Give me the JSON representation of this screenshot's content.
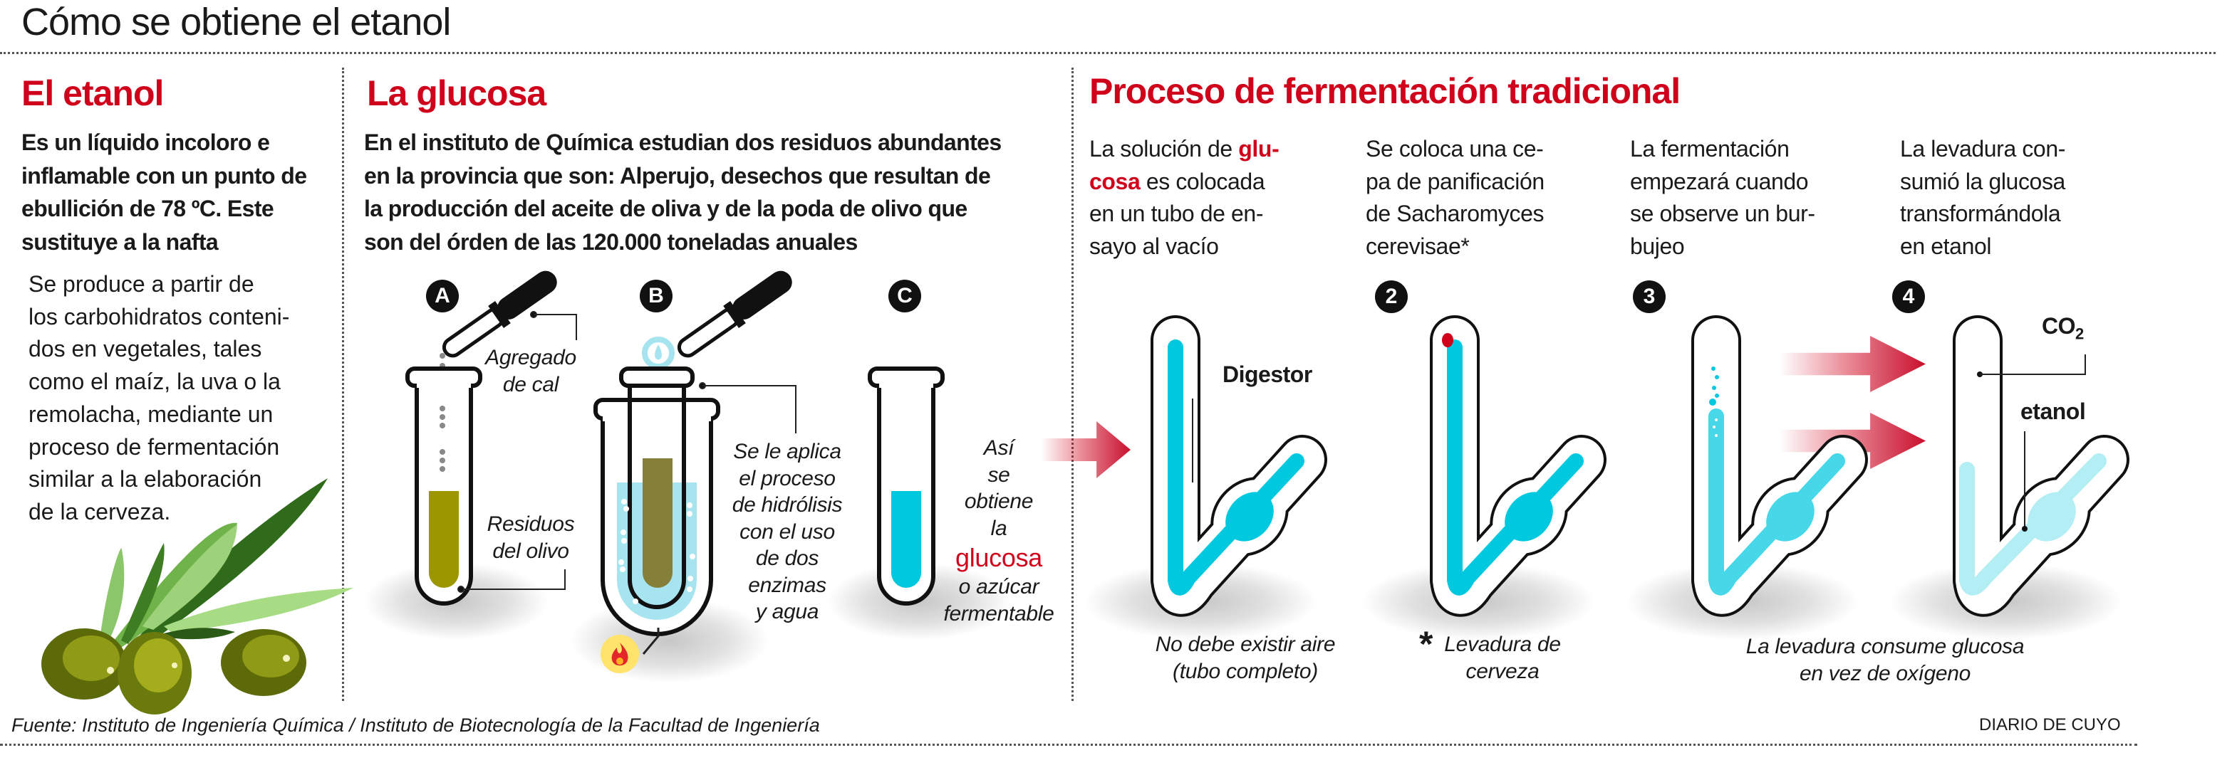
{
  "title": "Cómo se obtiene el etanol",
  "etanol": {
    "heading": "El etanol",
    "lead_lines": [
      "Es un líquido incoloro e",
      "inflamable con un punto de",
      "ebullición de 78 ºC. Este",
      "sustituye a la nafta"
    ],
    "body_lines": [
      "Se produce a partir de",
      "los carbohidratos conteni-",
      "dos en vegetales, tales",
      "como el maíz, la uva o la",
      "remolacha, mediante un",
      "proceso de fermentación",
      "similar a la elaboración",
      "de la cerveza."
    ]
  },
  "glucosa": {
    "heading": "La glucosa",
    "lead_lines": [
      "En el instituto de Química estudian dos residuos abundantes",
      "en la provincia que son: Alperujo, desechos que resultan de",
      "la producción del aceite de oliva y de la poda de olivo que",
      "son del órden de las 120.000 toneladas anuales"
    ],
    "steps": [
      "A",
      "B",
      "C"
    ],
    "agregado": [
      "Agregado",
      "de cal"
    ],
    "residuos": [
      "Residuos",
      "del olivo"
    ],
    "hidrolisis": [
      "Se le aplica",
      "el proceso",
      "de hidrólisis",
      "con el uso",
      "de dos",
      "enzimas",
      "y agua"
    ],
    "result": [
      "Así",
      "se",
      "obtiene",
      "la",
      "glucosa",
      "o azúcar",
      "fermentable"
    ]
  },
  "fermentacion": {
    "heading": "Proceso de fermentación tradicional",
    "col1": {
      "l1a": "La solución de ",
      "l1b": "glu-",
      "l2a": "cosa",
      "l2b": " es colocada",
      "l3": "en un tubo de en-",
      "l4": "sayo al vacío"
    },
    "col2": [
      "Se coloca una ce-",
      "pa de panificación",
      "de Sacharomyces",
      "cerevisae*"
    ],
    "col3": [
      "La fermentación",
      "empezará cuando",
      "se observe un bur-",
      "bujeo"
    ],
    "col4": [
      "La levadura con-",
      "sumió la glucosa",
      "transformándola",
      "en etanol"
    ],
    "steps": [
      "2",
      "3",
      "4"
    ],
    "digestor": "Digestor",
    "co2": "CO",
    "co2_sub": "2",
    "etanol": "etanol",
    "caption1": [
      "No debe existir aire",
      "(tubo completo)"
    ],
    "caption2_mark": "*",
    "caption2": [
      "Levadura de",
      "cerveza"
    ],
    "caption3": [
      "La levadura consume glucosa",
      "en vez de oxígeno"
    ]
  },
  "footer": {
    "source": "Fuente: Instituto de Ingeniería Química / Instituto de Biotecnología de la Facultad de Ingeniería",
    "brand": "DIARIO DE CUYO"
  },
  "colors": {
    "accent_red": "#d0021b",
    "olive_residue": "#9c9600",
    "hydrolysis_residue": "#857f3a",
    "water": "#a6e4f0",
    "glucose_cyan": "#00c8de",
    "fermenting_cyan": "#46d8e8",
    "ethanol_light": "#b3eef5"
  }
}
